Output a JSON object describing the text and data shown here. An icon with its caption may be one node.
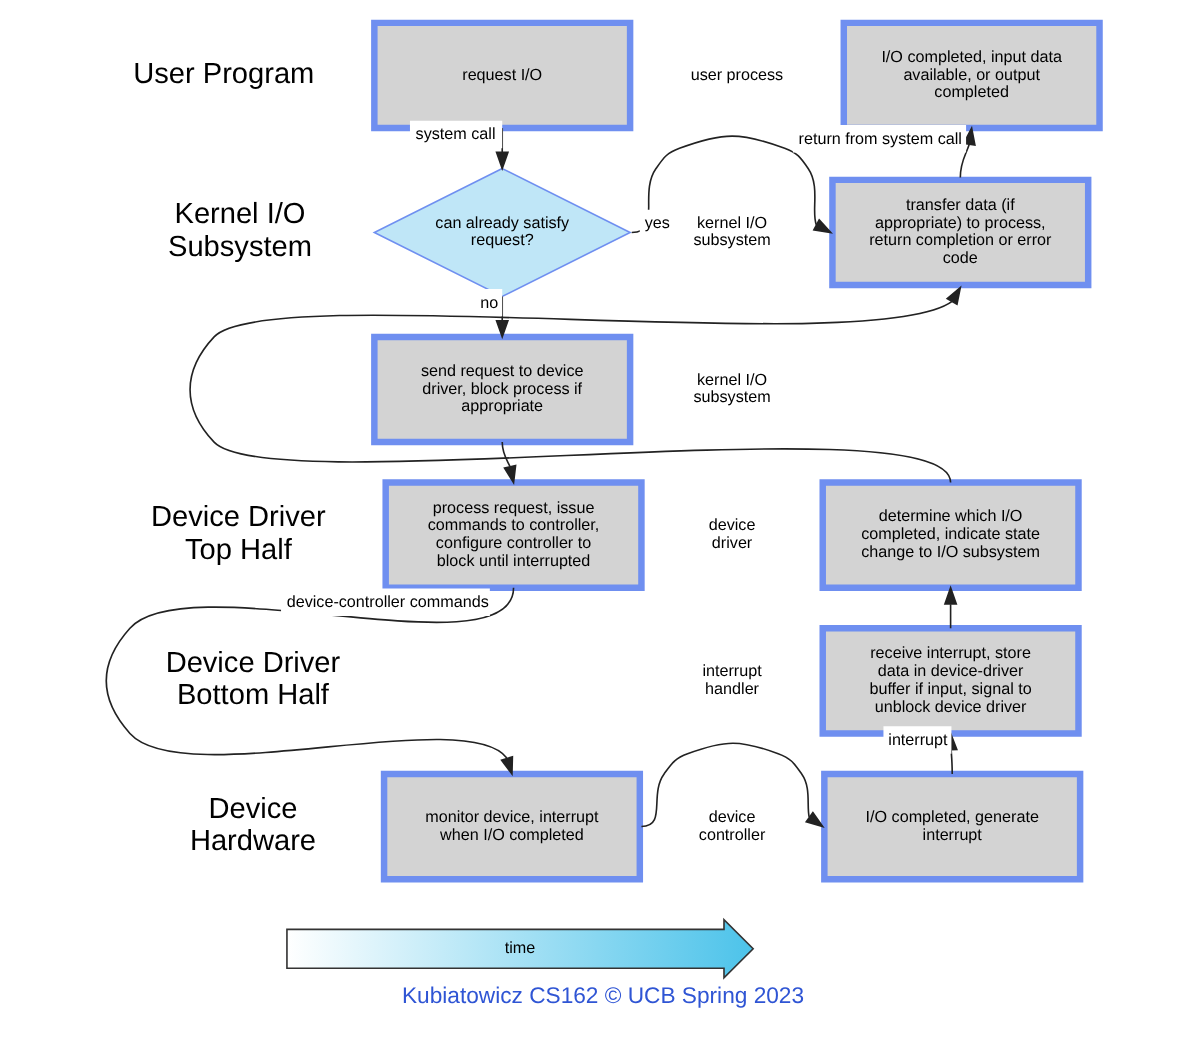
{
  "diagram": {
    "caption": "Kubiatowicz CS162 © UCB Spring 2023",
    "nodes": [
      {
        "text": [
          "request I/O"
        ]
      },
      {
        "text": [
          "I/O completed, input data available, or output completed"
        ]
      },
      {
        "text": [
          "can already satisfy request?"
        ]
      },
      {
        "text": [
          "transfer data (if appropriate) to process, return completion or error code"
        ]
      },
      {
        "text": [
          "send request to device driver, block process if appropriate"
        ]
      },
      {
        "text": [
          "process request, issue commands to controller, configure controller to block until interrupted"
        ]
      },
      {
        "text": [
          "determine which I/O completed, indicate state change to I/O subsystem"
        ]
      },
      {
        "text": [
          "receive interrupt, store data in device-driver buffer if input, signal to unblock device driver"
        ]
      },
      {
        "text": [
          "monitor device, interrupt when I/O completed"
        ]
      },
      {
        "text": [
          "I/O completed, generate interrupt"
        ]
      },
      {
        "text": [
          "time"
        ]
      }
    ],
    "edges": [
      {
        "from": 0,
        "to": 2,
        "arrow": "to",
        "label": "system call"
      },
      {
        "from": 2,
        "to": 3,
        "arrow": "to",
        "label": "yes"
      },
      {
        "from": 2,
        "to": 4,
        "arrow": "to",
        "label": "no"
      },
      {
        "from": 4,
        "to": 5,
        "arrow": "to"
      },
      {
        "from": 5,
        "to": 8,
        "arrow": "to",
        "label": "device-controller commands"
      },
      {
        "from": 8,
        "to": 9,
        "arrow": "to"
      },
      {
        "from": 9,
        "to": 7,
        "arrow": "to",
        "label": "interrupt"
      },
      {
        "from": 7,
        "to": 6,
        "arrow": "to"
      },
      {
        "from": 6,
        "to": 3,
        "arrow": "to"
      },
      {
        "from": 3,
        "to": 1,
        "arrow": "to",
        "label": "return from system call"
      }
    ],
    "labels": [
      "User Program",
      "user process",
      "Kernel I/O Subsystem",
      "kernel I/O subsystem",
      "kernel I/O subsystem",
      "Device Driver Top Half",
      "device driver",
      "Device Driver Bottom Half",
      "interrupt handler",
      "Device Hardware",
      "device controller"
    ]
  }
}
